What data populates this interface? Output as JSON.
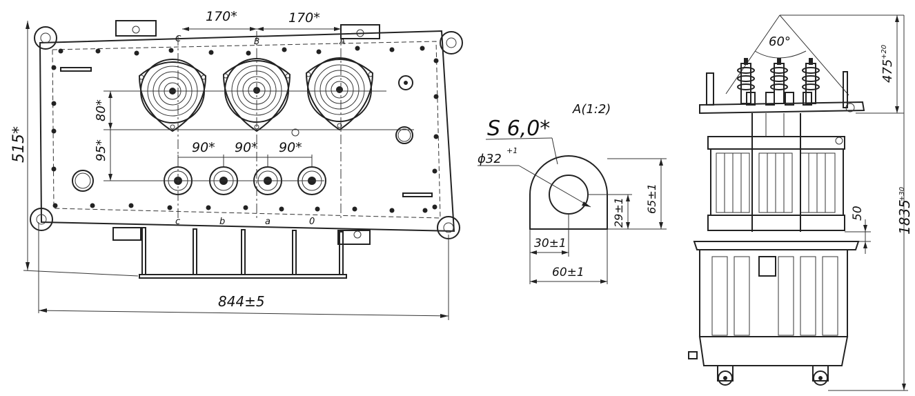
{
  "plan_view": {
    "dim_top_left": "170*",
    "dim_top_right": "170*",
    "phase_c": "C",
    "phase_b": "B",
    "phase_a": "A",
    "dim_80": "80*",
    "dim_95": "95*",
    "dim_90_1": "90*",
    "dim_90_2": "90*",
    "dim_90_3": "90*",
    "dim_height": "515*",
    "dim_width": "844±5",
    "lv_c": "c",
    "lv_b": "b",
    "lv_a": "a",
    "lv_0": "0"
  },
  "detail_a": {
    "title": "A(1:2)",
    "thickness": "S 6,0*",
    "hole_diameter": "ϕ32",
    "hole_tolerance": "+1",
    "dim_height_65": "65±1",
    "dim_29": "29±1",
    "dim_30": "30±1",
    "dim_60": "60±1"
  },
  "side_view": {
    "angle": "60°",
    "dim_475": "475",
    "dim_475_tol": "+20",
    "dim_1835": "1835",
    "dim_1835_tol": "+30",
    "dim_50": "50"
  }
}
